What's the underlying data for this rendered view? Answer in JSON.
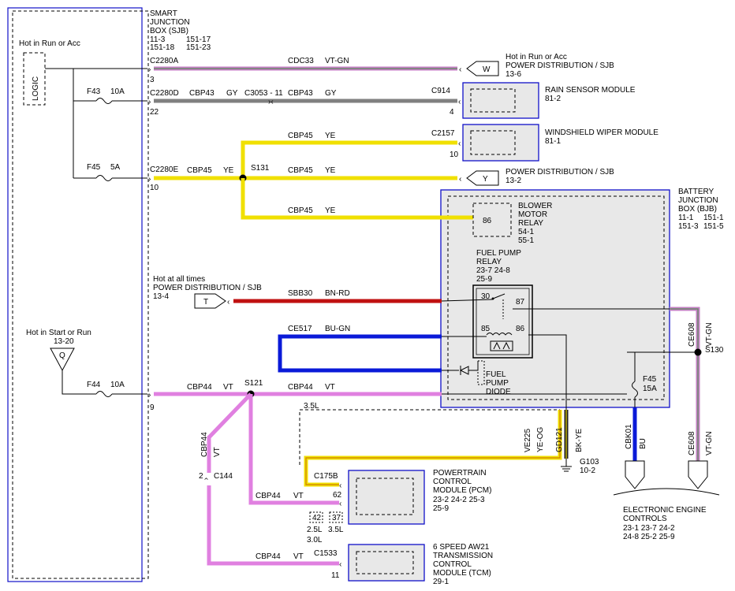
{
  "sjb": {
    "title_lines": [
      "SMART",
      "JUNCTION",
      "BOX (SJB)"
    ],
    "refs": [
      "11-3",
      "151-17",
      "151-18",
      "151-23"
    ]
  },
  "bjb": {
    "title_lines": [
      "BATTERY",
      "JUNCTION",
      "BOX (BJB)"
    ],
    "refs": [
      "11-1",
      "151-1",
      "151-3",
      "151-5"
    ]
  },
  "hot_run_acc": "Hot in Run or Acc",
  "hot_start_run": {
    "text": "Hot in Start or Run",
    "ref": "13-20",
    "letter": "Q"
  },
  "logic": "LOGIC",
  "fuses": {
    "f43": {
      "name": "F43",
      "amps": "10A"
    },
    "f45": {
      "name": "F45",
      "amps": "5A"
    },
    "f44": {
      "name": "F44",
      "amps": "10A"
    },
    "f45bjb": {
      "name": "F45",
      "amps": "15A"
    }
  },
  "row1": {
    "connector": "C2280A",
    "pin": "3",
    "circuit": "CDC33",
    "color": "VT-GN",
    "hot": "Hot in Run or Acc",
    "dest": "POWER DISTRIBUTION / SJB",
    "ref": "13-6",
    "letter": "W"
  },
  "row2": {
    "connector": "C2280D",
    "pin": "22",
    "circuit": "CBP43",
    "color": "GY",
    "inline": "C3053 - 11",
    "circuit2": "CBP43",
    "color2": "GY",
    "conn2": "C914",
    "pin2": "4",
    "module": "RAIN SENSOR MODULE",
    "ref": "81-2"
  },
  "row3": {
    "circuit": "CBP45",
    "color": "YE",
    "conn": "C2157",
    "pin": "10",
    "module": "WINDSHIELD WIPER MODULE",
    "ref": "81-1"
  },
  "row4": {
    "connector": "C2280E",
    "pin": "10",
    "circuit": "CBP45",
    "color": "YE",
    "splice": "S131",
    "circuit2": "CBP45",
    "color2": "YE",
    "dest": "POWER DISTRIBUTION / SJB",
    "ref": "13-2",
    "letter": "Y"
  },
  "row5": {
    "circuit": "CBP45",
    "color": "YE"
  },
  "blower": {
    "pin": "86",
    "lines": [
      "BLOWER",
      "MOTOR",
      "RELAY"
    ],
    "refs": [
      "54-1",
      "55-1"
    ]
  },
  "fuel_relay": {
    "lines": [
      "FUEL PUMP",
      "RELAY"
    ],
    "refs": "23-7  24-8",
    "ref2": "25-9",
    "p30": "30",
    "p87": "87",
    "p85": "85",
    "p86": "86"
  },
  "hot_all": {
    "text": "Hot at all times",
    "dest": "POWER DISTRIBUTION / SJB",
    "ref": "13-4",
    "letter": "T"
  },
  "sbb30": {
    "circuit": "SBB30",
    "color": "BN-RD"
  },
  "ce517": {
    "circuit": "CE517",
    "color": "BU-GN"
  },
  "diode": {
    "lines": [
      "FUEL",
      "PUMP",
      "DIODE"
    ]
  },
  "cbp44": {
    "pin": "9",
    "circuit": "CBP44",
    "color": "VT",
    "splice": "S121",
    "circuit2": "CBP44",
    "color2": "VT",
    "note": "3.5L"
  },
  "ce608": {
    "circuit": "CE608",
    "color": "VT-GN",
    "splice": "S130"
  },
  "ve225": {
    "circuit": "VE225",
    "color": "YE-OG"
  },
  "gd121": {
    "circuit": "GD121",
    "color": "BK-YE",
    "ground": "G103",
    "ref": "10-2"
  },
  "c144": {
    "pin": "2",
    "conn": "C144",
    "circuit": "CBP44",
    "color": "VT"
  },
  "pcm": {
    "conn": "C175B",
    "pin": "62",
    "circuit": "CBP44",
    "color": "VT",
    "lines": [
      "POWERTRAIN",
      "CONTROL",
      "MODULE (PCM)"
    ],
    "refs": "23-2   24-2   25-3",
    "ref2": "25-9",
    "p42": "42",
    "p37": "37",
    "e1": "2.5L",
    "e2": "3.5L",
    "e3": "3.0L"
  },
  "tcm": {
    "conn": "C1533",
    "pin": "11",
    "circuit": "CBP44",
    "color": "VT",
    "lines": [
      "6 SPEED AW21",
      "TRANSMISSION",
      "CONTROL",
      "MODULE (TCM)"
    ],
    "ref": "29-1"
  },
  "eec": {
    "cbk01": "CBK01",
    "bu": "BU",
    "ce608": "CE608",
    "vtgn": "VT-GN",
    "lines": [
      "ELECTRONIC ENGINE",
      "CONTROLS"
    ],
    "refs1": "23-1   23-7   24-2",
    "refs2": "24-8   25-2   25-9"
  },
  "colors": {
    "violet_green": "#c47fc4",
    "gray": "#808080",
    "yellow": "#f0e000",
    "red": "#c01010",
    "blue": "#0a1ad8",
    "violet": "#e080e0",
    "module_fill": "#e8e8e8",
    "box_border": "#1010c8"
  }
}
